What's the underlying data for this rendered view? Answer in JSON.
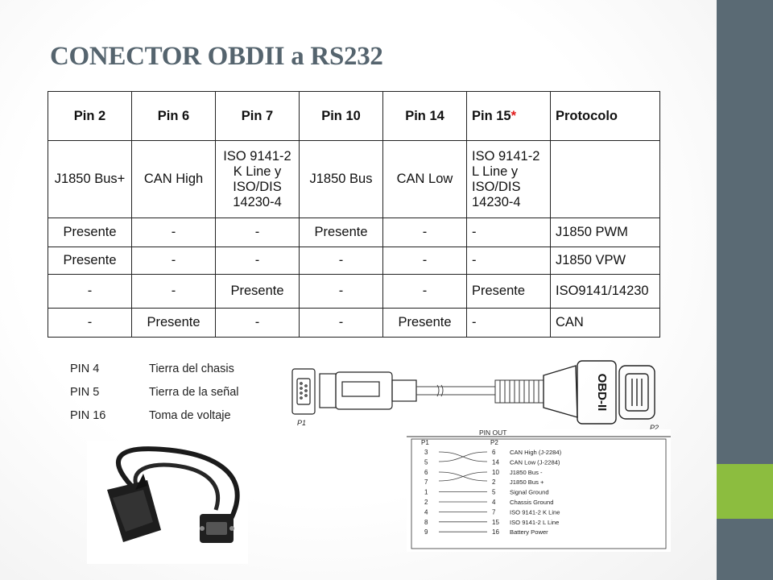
{
  "slide": {
    "title": "CONECTOR OBDII a RS232"
  },
  "table": {
    "headers": [
      "Pin 2",
      "Pin 6",
      "Pin 7",
      "Pin 10",
      "Pin 14",
      "Pin 15",
      "Protocolo"
    ],
    "header_star": "*",
    "signal_row": [
      "J1850 Bus+",
      "CAN High",
      "ISO 9141-2 K Line y ISO/DIS 14230-4",
      "J1850 Bus",
      "CAN Low",
      "ISO 9141-2 L Line y ISO/DIS 14230-4",
      ""
    ],
    "rows": [
      [
        "Presente",
        "-",
        "-",
        "Presente",
        "-",
        "-",
        "J1850 PWM"
      ],
      [
        "Presente",
        "-",
        "-",
        "-",
        "-",
        "-",
        "J1850 VPW"
      ],
      [
        "-",
        "-",
        "Presente",
        "-",
        "-",
        "Presente",
        "ISO9141/14230"
      ],
      [
        "-",
        "Presente",
        "-",
        "-",
        "Presente",
        "-",
        "CAN"
      ]
    ]
  },
  "pin_list": [
    {
      "pin": "PIN 4",
      "desc": "Tierra del chasis"
    },
    {
      "pin": "PIN 5",
      "desc": "Tierra de la señal"
    },
    {
      "pin": "PIN 16",
      "desc": "Toma de voltaje"
    }
  ],
  "cable_diagram": {
    "connector_label": "OBD-II",
    "p1_label": "P1",
    "p2_label": "P2"
  },
  "pinout": {
    "title": "PIN OUT",
    "col_p1": "P1",
    "col_p2": "P2",
    "rows": [
      {
        "p1": "3",
        "p2": "6",
        "signal": "CAN High (J-2284)"
      },
      {
        "p1": "5",
        "p2": "14",
        "signal": "CAN Low (J-2284)"
      },
      {
        "p1": "6",
        "p2": "10",
        "signal": "J1850 Bus -"
      },
      {
        "p1": "7",
        "p2": "2",
        "signal": "J1850 Bus +"
      },
      {
        "p1": "1",
        "p2": "5",
        "signal": "Signal Ground"
      },
      {
        "p1": "2",
        "p2": "4",
        "signal": "Chassis Ground"
      },
      {
        "p1": "4",
        "p2": "7",
        "signal": "ISO 9141-2 K Line"
      },
      {
        "p1": "8",
        "p2": "15",
        "signal": "ISO 9141-2 L Line"
      },
      {
        "p1": "9",
        "p2": "16",
        "signal": "Battery Power"
      }
    ]
  },
  "colors": {
    "sidebar": "#5a6a74",
    "accent": "#8cbd3f",
    "title": "#55646e",
    "star": "#e01b1b"
  }
}
